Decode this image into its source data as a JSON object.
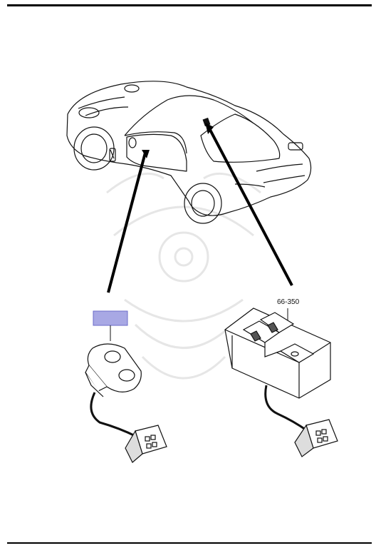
{
  "diagram": {
    "callouts": [
      {
        "id": "right-switch",
        "part_number": "66-350"
      },
      {
        "id": "left-switch",
        "part_number": ""
      }
    ],
    "colors": {
      "ink": "#111111",
      "rule": "#000000",
      "label_fill": "#a8a8e4",
      "label_border": "#6b6bc8",
      "watermark": "#e8e8e8"
    }
  }
}
